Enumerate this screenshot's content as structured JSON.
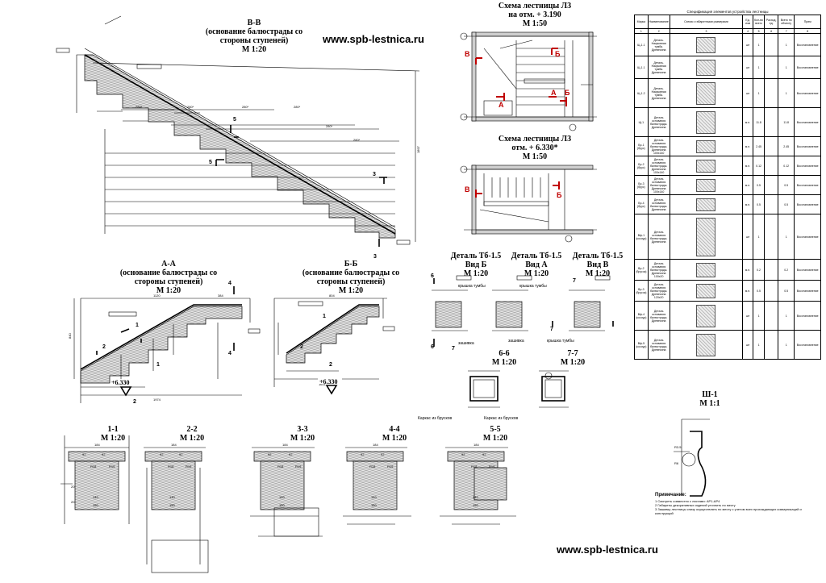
{
  "urls": {
    "top": "www.spb-lestnica.ru",
    "bottom": "www.spb-lestnica.ru"
  },
  "sections": {
    "bb": [
      "В-В",
      "(основание балюстрады со",
      "стороны ступеней)",
      "М 1:20"
    ],
    "aa": [
      "А-А",
      "(основание балюстрады со",
      "стороны ступеней)",
      "М 1:20"
    ],
    "bb2": [
      "Б-Б",
      "(основание балюстрады со",
      "стороны ступеней)",
      "М 1:20"
    ],
    "plan1": [
      "Схема лестницы Л3",
      "на отм. + 3.190",
      "М 1:50"
    ],
    "plan2": [
      "Схема лестницы Л3",
      "отм. + 6.330*",
      "М 1:50"
    ],
    "det1": [
      "Деталь Тб-1.5",
      "Вид Б",
      "М 1:20"
    ],
    "det2": [
      "Деталь Тб-1.5",
      "Вид А",
      "М 1:20"
    ],
    "det3": [
      "Деталь Тб-1.5",
      "Вид В",
      "М 1:20"
    ],
    "s66": [
      "6-6",
      "М 1:20"
    ],
    "s77": [
      "7-7",
      "М 1:20"
    ],
    "sh1": [
      "Ш-1",
      "М 1:1"
    ],
    "c11": [
      "1-1",
      "М 1:20"
    ],
    "c22": [
      "2-2",
      "М 1:20"
    ],
    "c33": [
      "3-3",
      "М 1:20"
    ],
    "c44": [
      "4-4",
      "М 1:20"
    ],
    "c55": [
      "5-5",
      "М 1:20"
    ]
  },
  "elevations": {
    "aa": "+6.330",
    "bb2": "+6.330"
  },
  "labels": {
    "kryshka": "крышка тумбы",
    "zashivka": "зашивка",
    "karkas": "Каркас из брусков"
  },
  "spec": {
    "title": "Спецификация элементов устройства лестницы",
    "headers": [
      "Марка",
      "Наименование",
      "Схема с габаритными размерами",
      "Ед. изм",
      "Кол-во всего",
      "Расход, ед.",
      "Всего по объекту",
      "Прим"
    ],
    "numbers": [
      "1",
      "2",
      "3",
      "4",
      "5",
      "6",
      "7",
      "8"
    ],
    "rows": [
      {
        "mark": "Щ-1.1",
        "name": "Деталь. Накрывная тумба. Древесина",
        "unit": "шт",
        "qty": "1",
        "total": "1",
        "note": "Восстановление",
        "h": 28
      },
      {
        "mark": "Щ-1.1",
        "name": "Деталь. Накрывная тумба. Древесина",
        "unit": "шт",
        "qty": "1",
        "total": "1",
        "note": "Восстановление",
        "h": 28
      },
      {
        "mark": "Щ-1.2",
        "name": "Деталь. Накрывная тумба. Древесина",
        "unit": "шт",
        "qty": "1",
        "total": "1",
        "note": "Восстановление",
        "h": 36
      },
      {
        "mark": "Щ-1",
        "name": "Деталь основания балюстрады. Древесина",
        "unit": "м.п.",
        "qty": "11.8",
        "total": "11.8",
        "note": "Восстановление",
        "h": 36
      },
      {
        "mark": "Бр-1 (брус)",
        "name": "Деталь основания балюстрады. Древесина 100х140",
        "unit": "м.п.",
        "qty": "2.45",
        "total": "2.45",
        "note": "Восстановление",
        "h": 24
      },
      {
        "mark": "Бр-2 (брус)",
        "name": "Деталь основания балюстрады. Древесина 100х140",
        "unit": "м.п.",
        "qty": "0.12",
        "total": "0.12",
        "note": "Восстановление",
        "h": 24
      },
      {
        "mark": "Бр-3 (брус)",
        "name": "Деталь основания балюстрады. Древесина 100х140",
        "unit": "м.п.",
        "qty": "0.5",
        "total": "0.5",
        "note": "Восстановление",
        "h": 24
      },
      {
        "mark": "Бр-4 (брус)",
        "name": "Деталь основания балюстрады. Древесина",
        "unit": "м.п.",
        "qty": "0.5",
        "total": "0.5",
        "note": "Восстановление",
        "h": 24
      },
      {
        "mark": "Вф-1 (косоур)",
        "name": "Деталь основания балюстрады. Древесина",
        "unit": "шт",
        "qty": "1",
        "total": "1",
        "note": "Восстановление",
        "h": 56
      },
      {
        "mark": "Вр-2 (брусок)",
        "name": "Деталь основания балюстрады. Древесина 100х20",
        "unit": "м.п.",
        "qty": "0.2",
        "total": "0.2",
        "note": "Восстановление",
        "h": 26
      },
      {
        "mark": "Вр-3 (брусок)",
        "name": "Деталь основания балюстрады. Древесина 120х20",
        "unit": "м.п.",
        "qty": "0.5",
        "total": "0.5",
        "note": "Восстановление",
        "h": 26
      },
      {
        "mark": "Вф-4 (косоур)",
        "name": "Деталь основания балюстрады. Древесина",
        "unit": "шт",
        "qty": "1",
        "total": "1",
        "note": "Восстановление",
        "h": 36
      },
      {
        "mark": "Вф-5 (косоур)",
        "name": "Деталь основания балюстрады. Древесина",
        "unit": "шт",
        "qty": "1",
        "total": "1",
        "note": "Восстановление",
        "h": 36
      }
    ]
  },
  "notes": {
    "title": "Примечание:",
    "items": [
      "1   Смотреть совместно с листами: АР1-АР4",
      "2   Габариты декоративных изделий уточнить по месту",
      "3   Зашивку лестницы снизу осуществлять по месту с учетом всех прохождающих коммуникаций и конструкций"
    ]
  },
  "section_marks": {
    "red_b": "Б",
    "red_v": "В",
    "red_a": "А"
  }
}
